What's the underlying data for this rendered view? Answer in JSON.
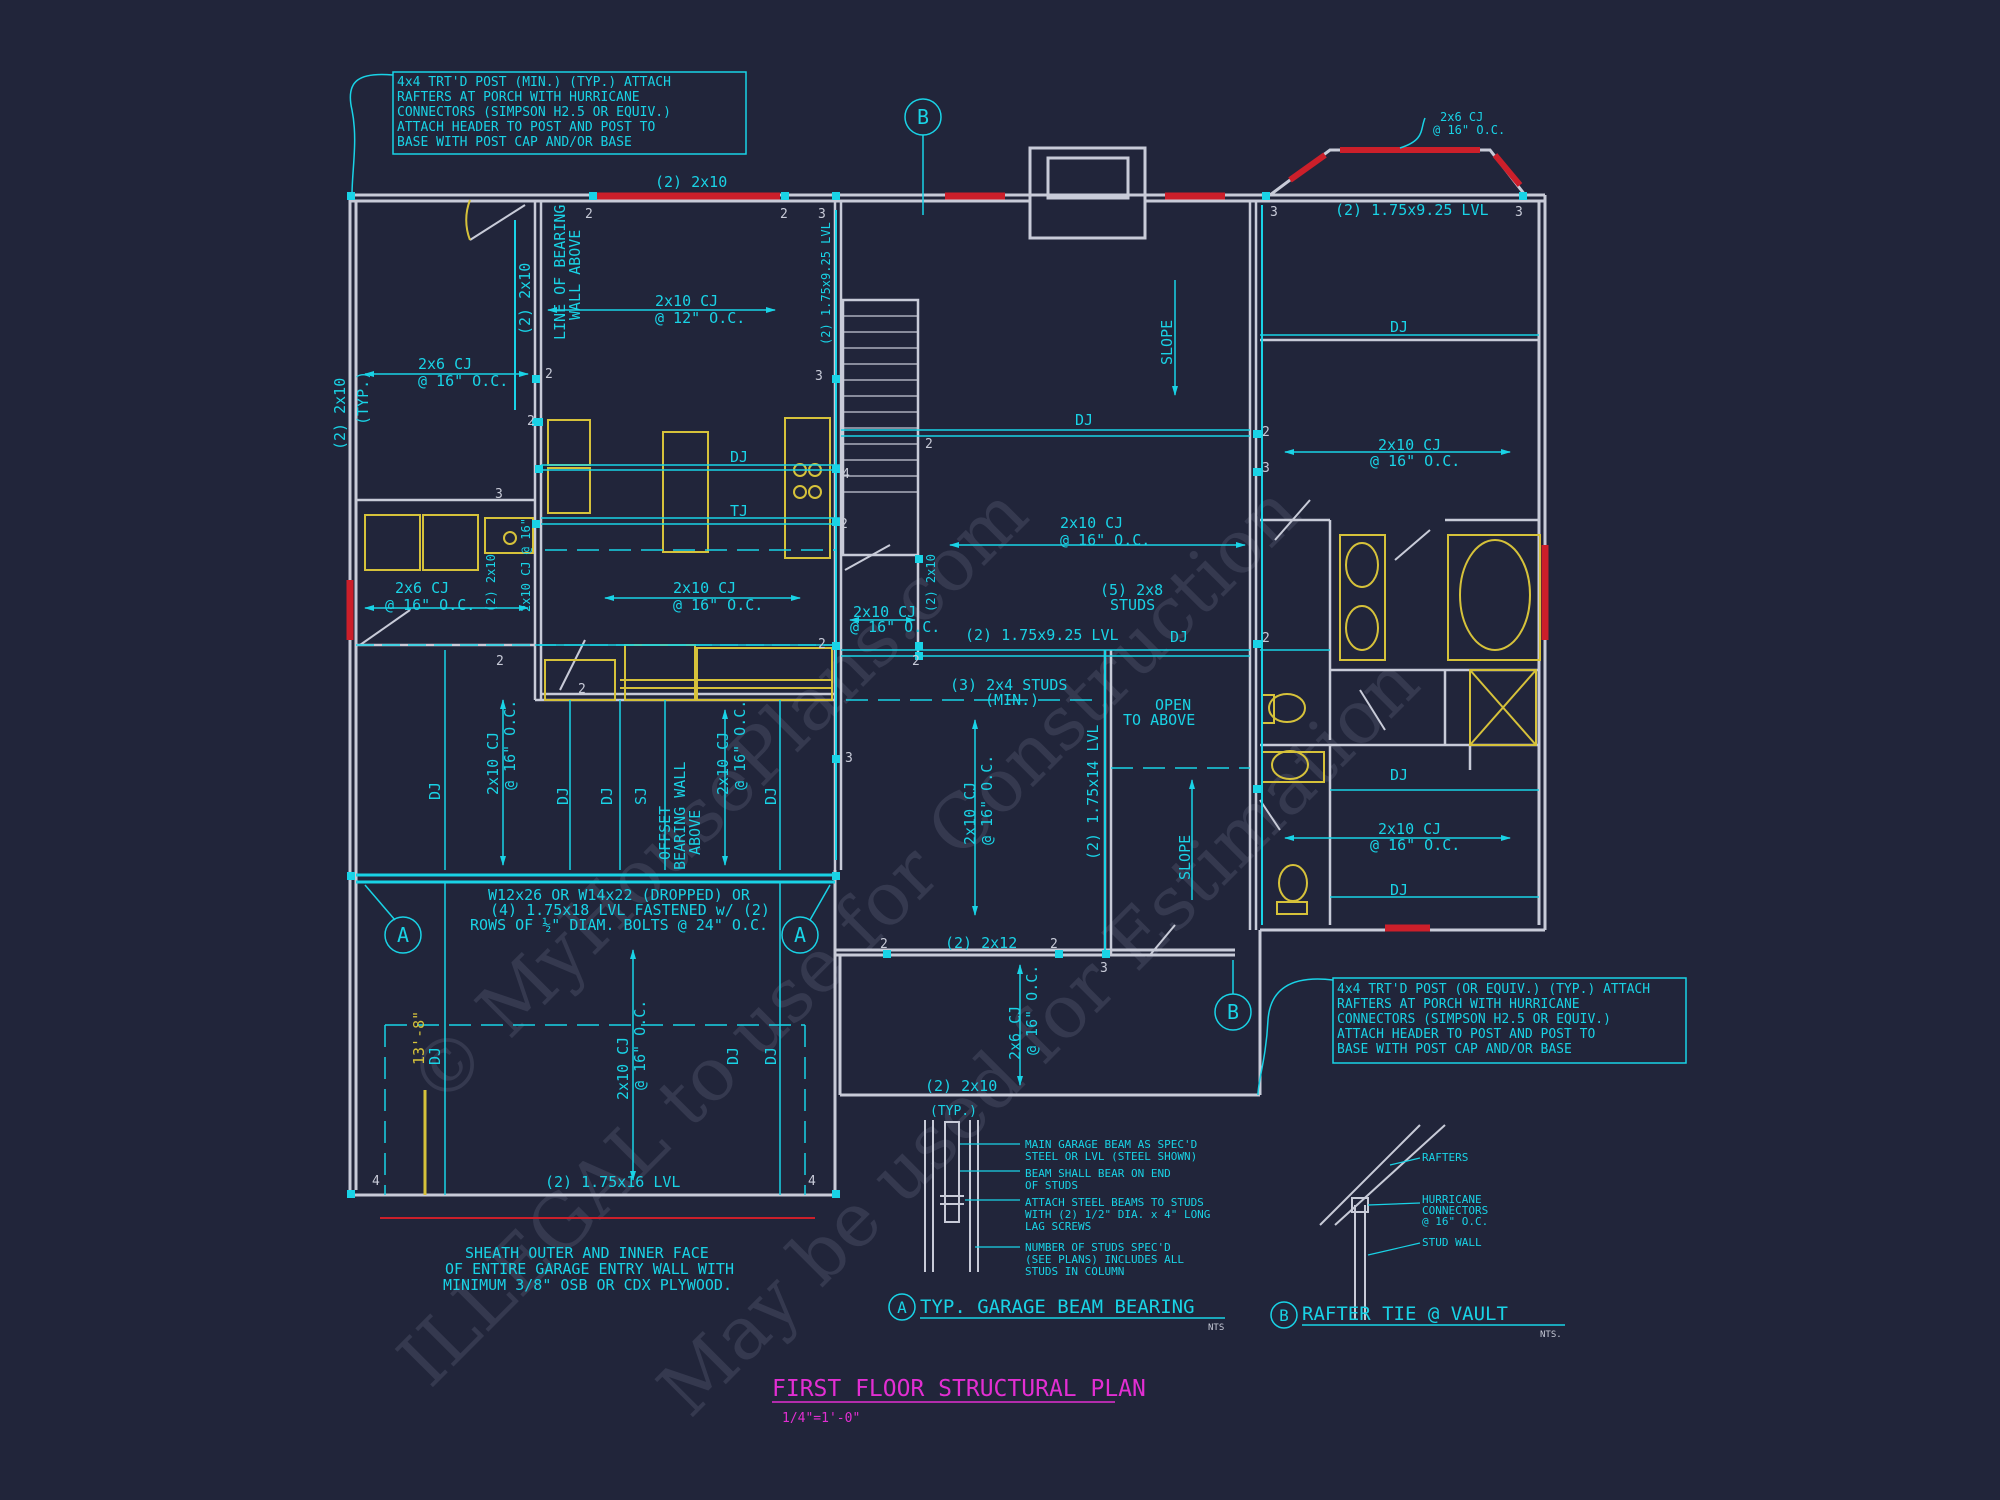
{
  "title": {
    "main": "FIRST FLOOR STRUCTURAL PLAN",
    "scale": "1/4\"=1'-0\""
  },
  "watermark": {
    "line1": "© MyHousePlans.com",
    "line2": "ILLEGAL to use for Construction",
    "line3": "May be used for Estimation"
  },
  "markers": {
    "a": "A",
    "b": "B"
  },
  "notes": {
    "top_left": [
      "4x4 TRT'D POST (MIN.) (TYP.) ATTACH",
      "RAFTERS AT PORCH WITH HURRICANE",
      "CONNECTORS (SIMPSON H2.5 OR EQUIV.)",
      "ATTACH HEADER TO POST AND POST TO",
      "BASE WITH POST CAP AND/OR BASE"
    ],
    "bottom_right": [
      "4x4 TRT'D POST (OR EQUIV.) (TYP.) ATTACH",
      "RAFTERS AT PORCH WITH HURRICANE",
      "CONNECTORS (SIMPSON H2.5 OR EQUIV.)",
      "ATTACH HEADER TO POST AND POST TO",
      "BASE WITH POST CAP AND/OR BASE"
    ]
  },
  "labels": {
    "top_2x10": "(2) 2x10",
    "cj_2x6": "2x6 CJ",
    "cj_2x10": "2x10 CJ",
    "oc16": "@ 16\" O.C.",
    "oc12": "@ 12\" O.C.",
    "dj": "DJ",
    "tj": "TJ",
    "sj": "SJ",
    "lvl_925": "(2) 1.75x9.25 LVL",
    "lvl_925_br": "(2) 1.75x9.25 LVL",
    "lvl_925_v": "(2) 1.75x9.25 LVL",
    "studs_2x4": "(3) 2x4 STUDS",
    "min": "(MIN.)",
    "studs_2x8_a": "(5) 2x8",
    "studs_2x8_b": "STUDS",
    "open_above_1": "OPEN",
    "open_above_2": "TO ABOVE",
    "x2x12": "(2) 2x12",
    "porch_2x10": "(2) 2x10",
    "lvl_16": "(2) 1.75x16 LVL",
    "lvl_14": "(2) 1.75x14 LVL",
    "beam_1": "W12x26 OR W14x22 (DROPPED) OR",
    "beam_2": "(4) 1.75x18 LVL FASTENED w/ (2)",
    "beam_3": "ROWS OF ½\" DIAM. BOLTS @ 24\" O.C.",
    "sheath_1": "SHEATH OUTER AND INNER FACE",
    "sheath_2": "OF ENTIRE GARAGE ENTRY WALL WITH",
    "sheath_3": "MINIMUM 3/8\" OSB OR CDX PLYWOOD.",
    "v_2x10_typ": "(2) 2x10",
    "typ": "(TYP.)",
    "v_2x10": "(2) 2x10",
    "v_2x10_cj16": "2x10 CJ @ 16\"",
    "bearing_wall_1": "LINE OF BEARING",
    "bearing_wall_2": "WALL ABOVE",
    "offset_1": "OFFSET",
    "offset_2": "BEARING WALL",
    "offset_3": "ABOVE",
    "slope": "SLOPE",
    "dim_13": "13'-8\"",
    "cj_top_right_1": "2x6 CJ",
    "cj_top_right_2": "@ 16\" O.C."
  },
  "numbers": {
    "two": "2",
    "three": "3",
    "four": "4"
  },
  "detail_a": {
    "typ": "(TYP.)",
    "title": "TYP. GARAGE BEAM BEARING",
    "nts": "NTS",
    "notes": [
      "MAIN GARAGE BEAM AS SPEC'D",
      "STEEL OR LVL (STEEL SHOWN)",
      "BEAM SHALL BEAR ON END",
      "OF STUDS",
      "ATTACH STEEL BEAMS TO STUDS",
      "WITH (2) 1/2\" DIA. x 4\" LONG",
      "LAG SCREWS",
      "NUMBER OF STUDS SPEC'D",
      "(SEE PLANS) INCLUDES ALL",
      "STUDS IN COLUMN"
    ]
  },
  "detail_b": {
    "title": "RAFTER TIE @ VAULT",
    "nts": "NTS.",
    "notes": [
      "RAFTERS",
      "HURRICANE",
      "CONNECTORS",
      "@ 16\" O.C.",
      "STUD WALL"
    ]
  }
}
